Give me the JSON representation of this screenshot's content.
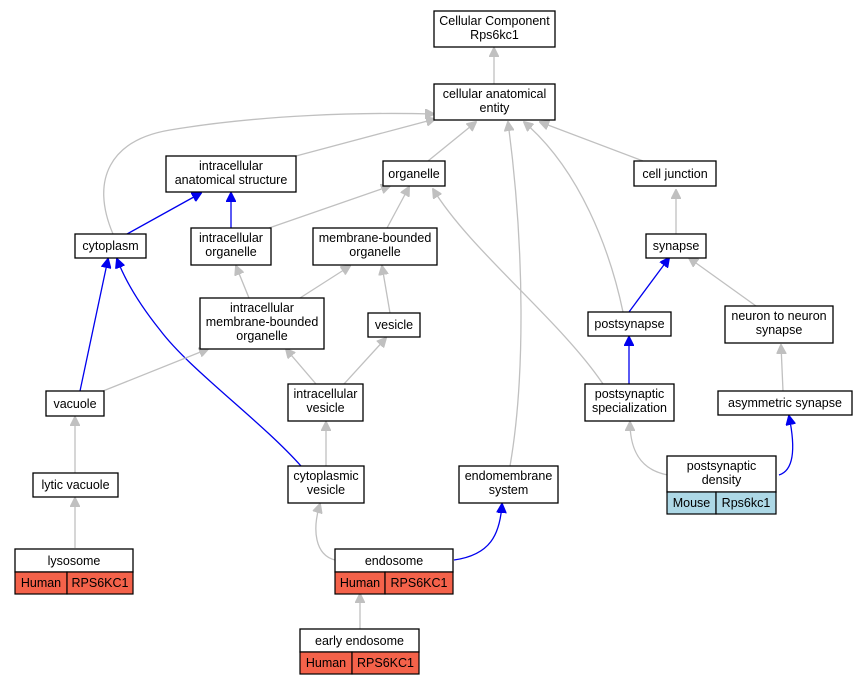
{
  "colors": {
    "human": "#f4624a",
    "mouse": "#add8e6",
    "edge_default": "#c0c0c0",
    "edge_highlight": "#0000ee"
  },
  "nodes": {
    "root": [
      "Cellular Component",
      "Rps6kc1"
    ],
    "cae": [
      "cellular anatomical",
      "entity"
    ],
    "ias": [
      "intracellular",
      "anatomical structure"
    ],
    "organelle": [
      "organelle"
    ],
    "celljunction": [
      "cell junction"
    ],
    "cytoplasm": [
      "cytoplasm"
    ],
    "intraorg": [
      "intracellular",
      "organelle"
    ],
    "mbo": [
      "membrane-bounded",
      "organelle"
    ],
    "synapse": [
      "synapse"
    ],
    "imbo": [
      "intracellular",
      "membrane-bounded",
      "organelle"
    ],
    "vesicle": [
      "vesicle"
    ],
    "postsynapse": [
      "postsynapse"
    ],
    "n2n": [
      "neuron to neuron",
      "synapse"
    ],
    "vacuole": [
      "vacuole"
    ],
    "intravesicle": [
      "intracellular",
      "vesicle"
    ],
    "postspec": [
      "postsynaptic",
      "specialization"
    ],
    "asym": [
      "asymmetric synapse"
    ],
    "lytic": [
      "lytic vacuole"
    ],
    "cytovesicle": [
      "cytoplasmic",
      "vesicle"
    ],
    "endomembrane": [
      "endomembrane",
      "system"
    ],
    "psd": [
      "postsynaptic",
      "density"
    ],
    "lysosome": [
      "lysosome"
    ],
    "endosome": [
      "endosome"
    ],
    "early": [
      "early endosome"
    ]
  },
  "annotations": {
    "psd": {
      "species": "Mouse",
      "gene": "Rps6kc1"
    },
    "lysosome": {
      "species": "Human",
      "gene": "RPS6KC1"
    },
    "endosome": {
      "species": "Human",
      "gene": "RPS6KC1"
    },
    "early": {
      "species": "Human",
      "gene": "RPS6KC1"
    }
  }
}
